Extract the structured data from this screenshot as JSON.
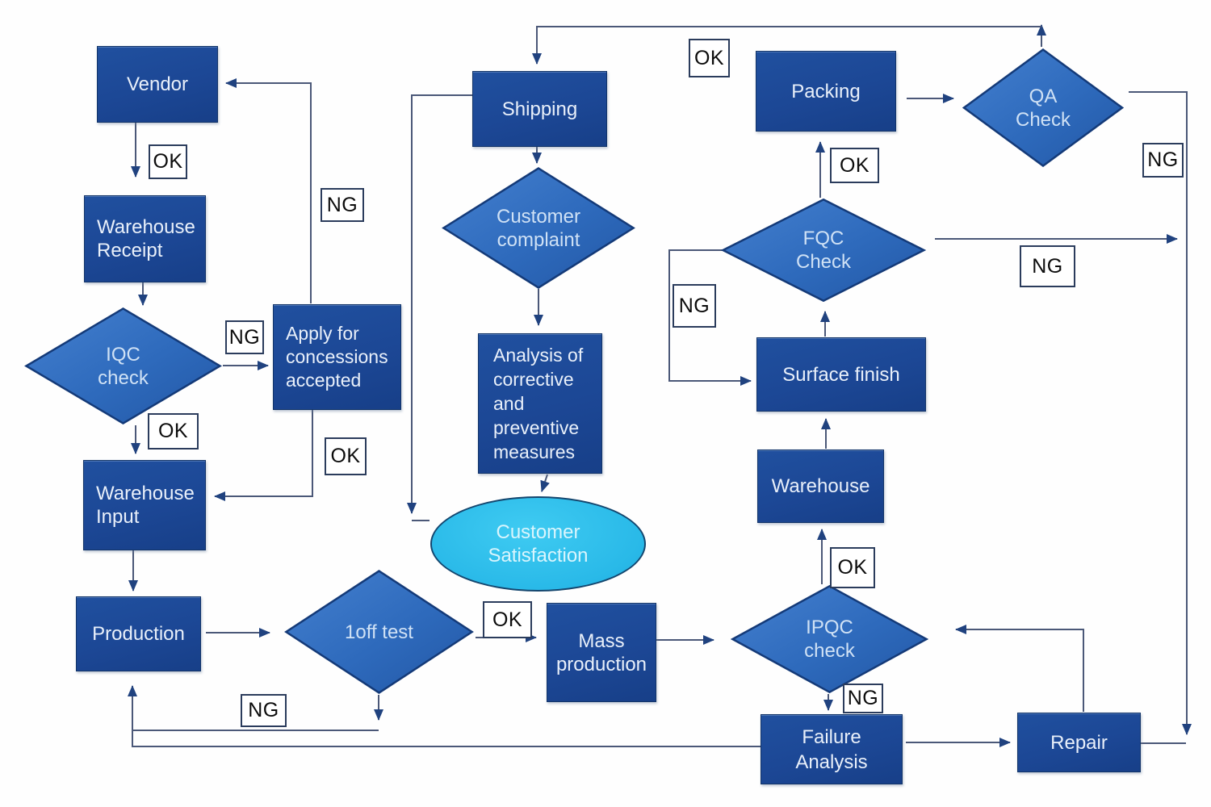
{
  "diagram": {
    "type": "flowchart",
    "topic": "Quality control process flow",
    "background": "#fefefe"
  },
  "colors": {
    "process_fill": "#1c4795",
    "decision_fill_light": "#3e7ccb",
    "decision_fill_dark": "#2257a5",
    "decision_border": "#143a78",
    "terminator_fill": "#29b9e8",
    "terminator_border": "#14466e",
    "line": "#4b5878",
    "arrowhead": "#20427f",
    "label_box_bg": "#ffffff",
    "label_box_border": "#2b3c5c",
    "node_text": "#e9f0fa"
  },
  "edge_labels": {
    "ok": "OK",
    "ng": "NG"
  },
  "nodes": {
    "vendor": {
      "type": "process",
      "label": "Vendor"
    },
    "warehouse_receipt": {
      "type": "process",
      "lines": [
        "Warehouse",
        "Receipt"
      ]
    },
    "iqc_check": {
      "type": "decision",
      "lines": [
        "IQC",
        "check"
      ]
    },
    "apply_concessions": {
      "type": "process",
      "lines": [
        "Apply for",
        "concessions",
        "accepted"
      ]
    },
    "warehouse_input": {
      "type": "process",
      "lines": [
        "Warehouse",
        "Input"
      ]
    },
    "production": {
      "type": "process",
      "label": "Production"
    },
    "one_off_test": {
      "type": "decision",
      "label": "1off test"
    },
    "mass_production": {
      "type": "process",
      "lines": [
        "Mass",
        "production"
      ]
    },
    "ipqc_check": {
      "type": "decision",
      "lines": [
        "IPQC",
        "check"
      ]
    },
    "warehouse": {
      "type": "process",
      "label": "Warehouse"
    },
    "surface_finish": {
      "type": "process",
      "label": "Surface finish"
    },
    "fqc_check": {
      "type": "decision",
      "lines": [
        "FQC",
        "Check"
      ]
    },
    "packing": {
      "type": "process",
      "label": "Packing"
    },
    "qa_check": {
      "type": "decision",
      "lines": [
        "QA",
        "Check"
      ]
    },
    "shipping": {
      "type": "process",
      "label": "Shipping"
    },
    "customer_complaint": {
      "type": "decision",
      "lines": [
        "Customer",
        "complaint"
      ]
    },
    "analysis_measures": {
      "type": "process",
      "lines": [
        "Analysis of",
        "corrective",
        "and",
        "preventive",
        "measures"
      ]
    },
    "customer_satisfaction": {
      "type": "terminator",
      "lines": [
        "Customer",
        "Satisfaction"
      ]
    },
    "failure_analysis": {
      "type": "process",
      "lines": [
        "Failure",
        "Analysis"
      ]
    },
    "repair": {
      "type": "process",
      "label": "Repair"
    }
  },
  "edges": [
    {
      "from": "vendor",
      "to": "warehouse_receipt",
      "label": "OK"
    },
    {
      "from": "warehouse_receipt",
      "to": "iqc_check",
      "label": ""
    },
    {
      "from": "iqc_check",
      "to": "warehouse_input",
      "label": "OK"
    },
    {
      "from": "iqc_check",
      "to": "apply_concessions",
      "label": "NG"
    },
    {
      "from": "apply_concessions",
      "to": "vendor",
      "label": "NG"
    },
    {
      "from": "apply_concessions",
      "to": "warehouse_input",
      "label": "OK"
    },
    {
      "from": "warehouse_input",
      "to": "production",
      "label": ""
    },
    {
      "from": "production",
      "to": "one_off_test",
      "label": ""
    },
    {
      "from": "one_off_test",
      "to": "mass_production",
      "label": "OK"
    },
    {
      "from": "one_off_test",
      "to": "production",
      "label": "NG"
    },
    {
      "from": "mass_production",
      "to": "ipqc_check",
      "label": ""
    },
    {
      "from": "ipqc_check",
      "to": "warehouse",
      "label": "OK"
    },
    {
      "from": "ipqc_check",
      "to": "failure_analysis",
      "label": "NG"
    },
    {
      "from": "warehouse",
      "to": "surface_finish",
      "label": ""
    },
    {
      "from": "surface_finish",
      "to": "fqc_check",
      "label": ""
    },
    {
      "from": "fqc_check",
      "to": "packing",
      "label": "OK"
    },
    {
      "from": "fqc_check",
      "to": "surface_finish",
      "label": "NG"
    },
    {
      "from": "fqc_check",
      "to": "repair",
      "label": "NG"
    },
    {
      "from": "packing",
      "to": "qa_check",
      "label": ""
    },
    {
      "from": "qa_check",
      "to": "shipping",
      "label": "OK"
    },
    {
      "from": "qa_check",
      "to": "repair",
      "label": "NG"
    },
    {
      "from": "shipping",
      "to": "customer_complaint",
      "label": ""
    },
    {
      "from": "shipping",
      "to": "customer_satisfaction",
      "label": ""
    },
    {
      "from": "customer_complaint",
      "to": "analysis_measures",
      "label": ""
    },
    {
      "from": "analysis_measures",
      "to": "customer_satisfaction",
      "label": ""
    },
    {
      "from": "failure_analysis",
      "to": "repair",
      "label": ""
    },
    {
      "from": "failure_analysis",
      "to": "production",
      "label": ""
    },
    {
      "from": "repair",
      "to": "ipqc_check",
      "label": ""
    }
  ]
}
